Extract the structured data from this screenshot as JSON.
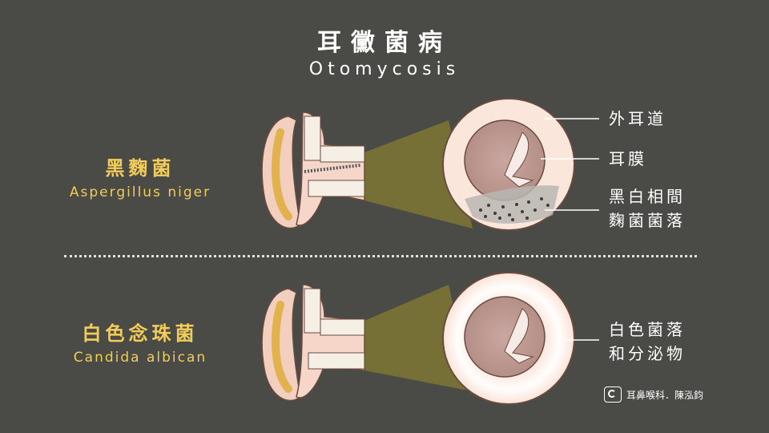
{
  "title": {
    "zh": "耳黴菌病",
    "en": "Otomycosis"
  },
  "sections": [
    {
      "name_zh": "黑麴菌",
      "name_en": "Aspergillus niger",
      "labels": [
        "外耳道",
        "耳膜",
        "黑白相間",
        "麴菌菌落"
      ]
    },
    {
      "name_zh": "白色念珠菌",
      "name_en": "Candida albican",
      "labels": [
        "白色菌落",
        "和分泌物"
      ]
    }
  ],
  "credit": "耳鼻喉科．陳泓鈞"
}
